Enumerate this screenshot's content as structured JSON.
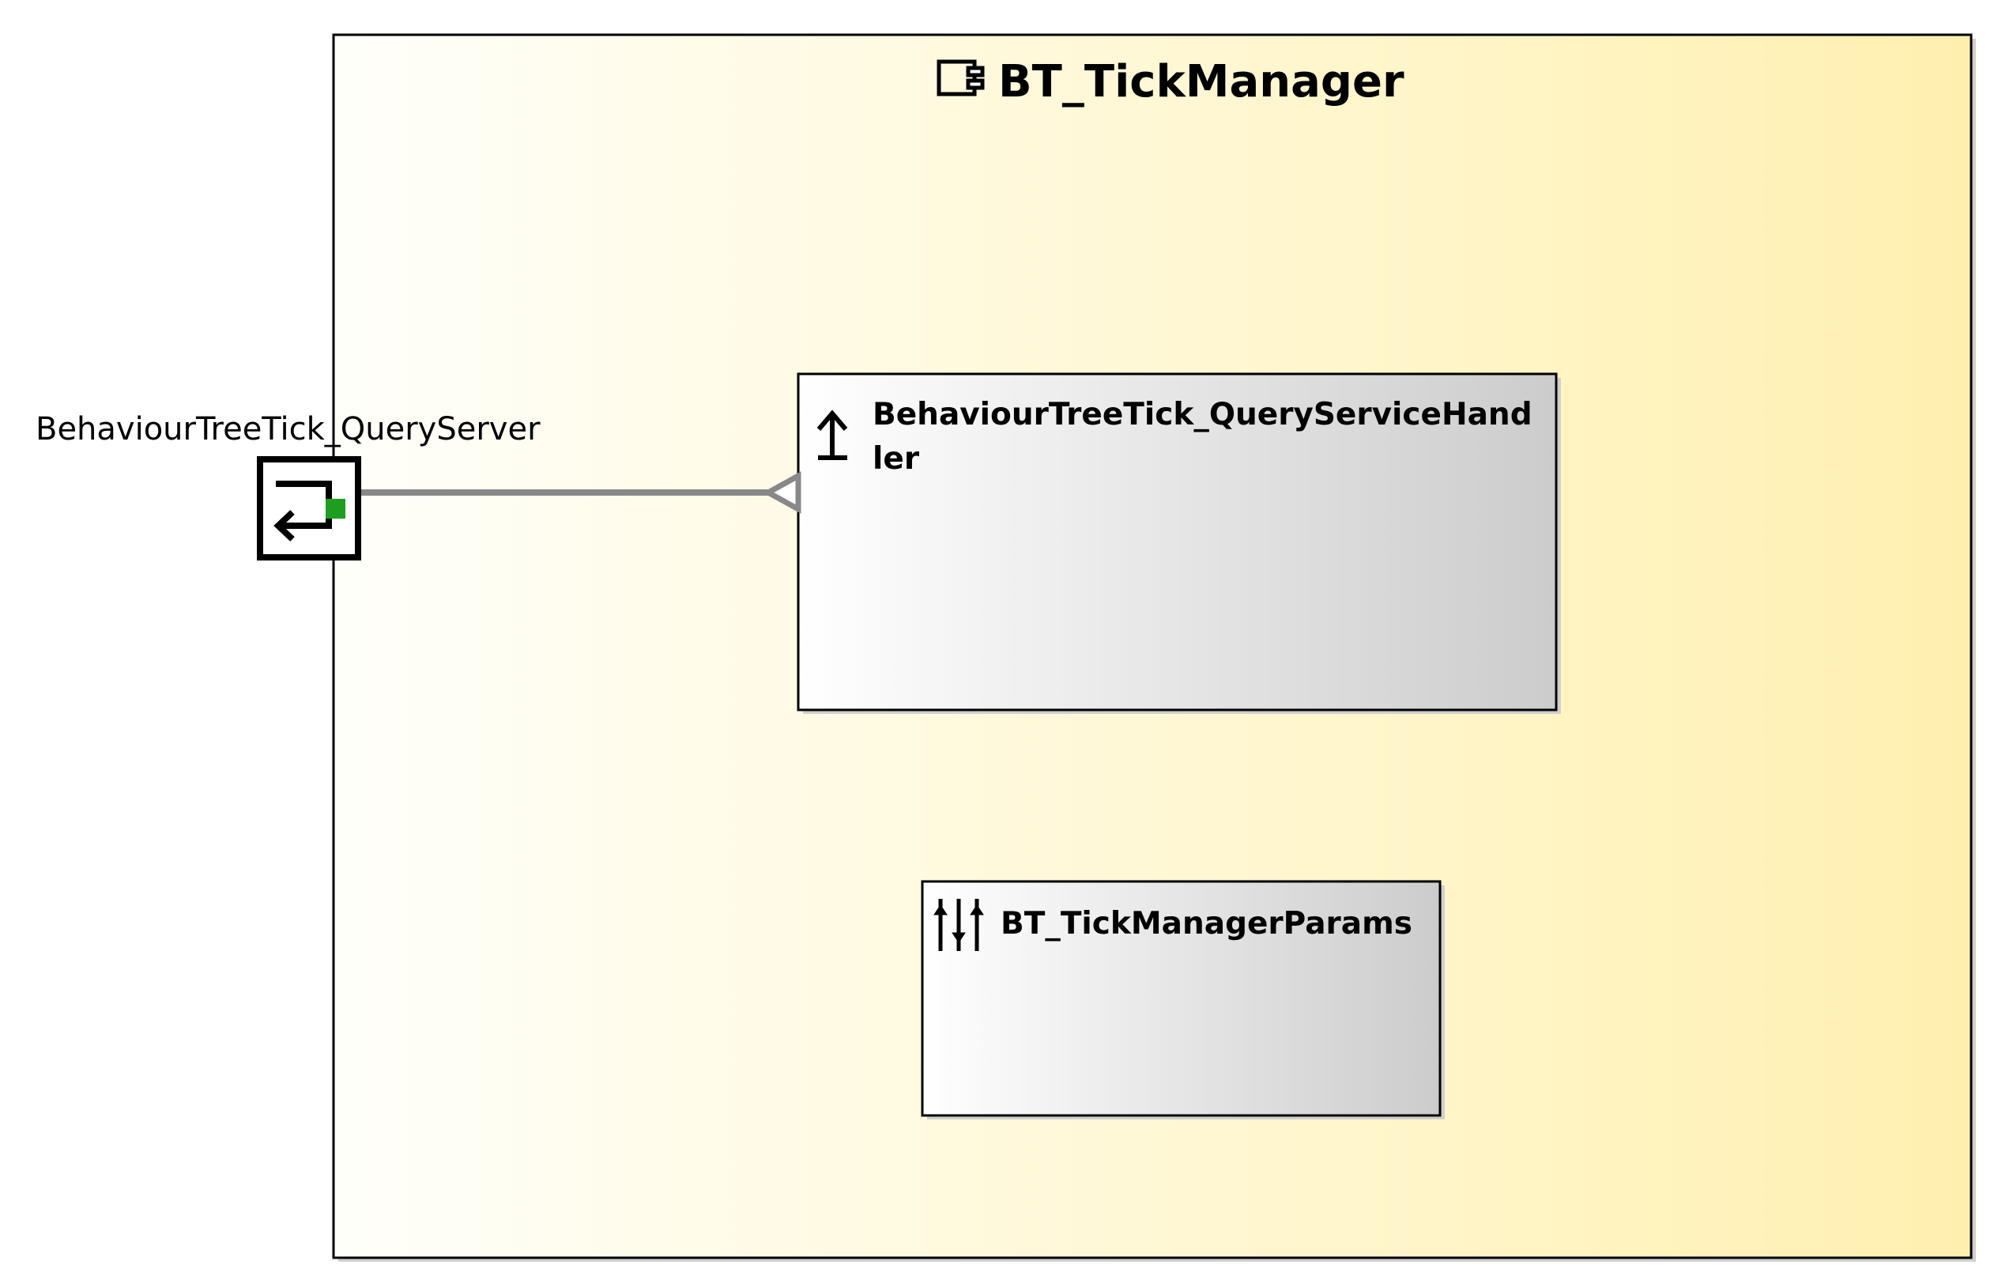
{
  "component": {
    "name": "BT_TickManager",
    "icon": "component-icon"
  },
  "port": {
    "name": "BehaviourTreeTick_QueryServer",
    "icon": "query-server-port-icon",
    "indicator_color": "#1e9e1e"
  },
  "parts": [
    {
      "name_line1": "BehaviourTreeTick_QueryServiceHand",
      "name_line2": "ler",
      "icon": "upward-arrow-icon"
    },
    {
      "name": "BT_TickManagerParams",
      "icon": "sliders-icon"
    }
  ],
  "colors": {
    "component_fill_start": "#fffffa",
    "component_fill_end": "#fff0b0",
    "part_fill_start": "#ffffff",
    "part_fill_end": "#cccccc",
    "connector": "#888888"
  }
}
